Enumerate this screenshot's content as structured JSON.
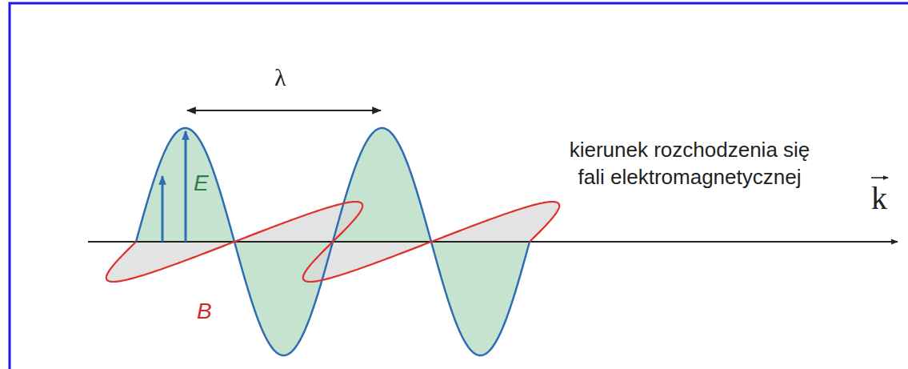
{
  "diagram": {
    "labels": [
      "λ",
      "E",
      "B",
      "kierunek rozchodzenia się fali elektromagnetycznej",
      "k"
    ]
  }
}
